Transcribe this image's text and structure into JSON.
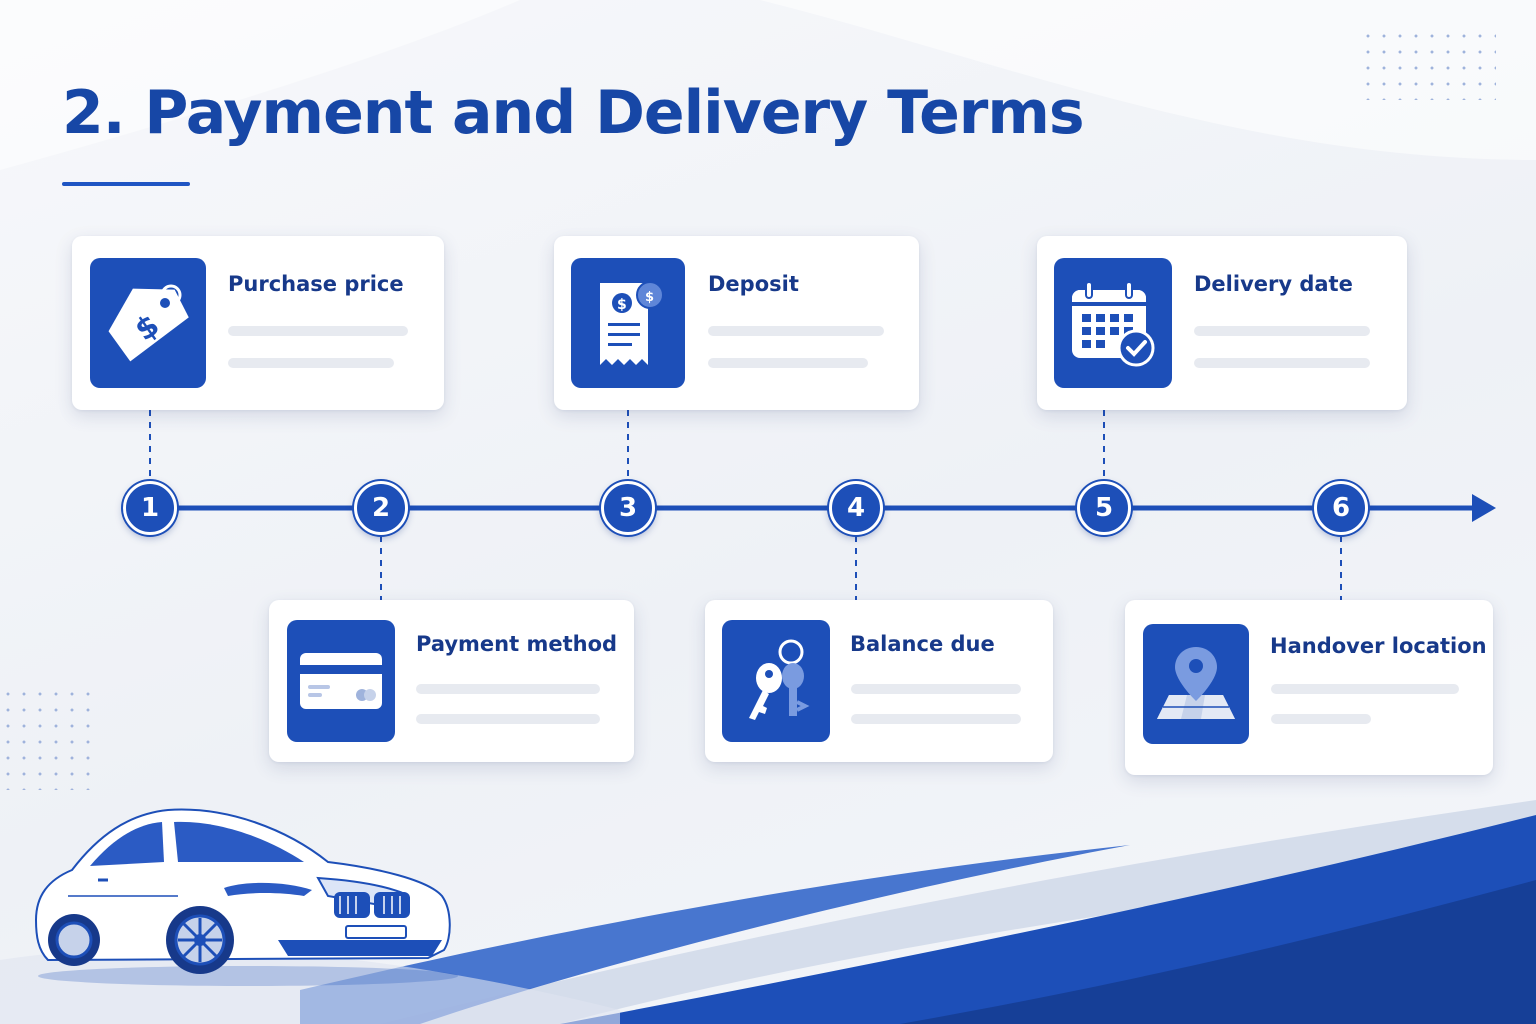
{
  "title": "2. Payment and Delivery Terms",
  "colors": {
    "accent": "#1d4fb8",
    "title": "#1747a6",
    "label": "#17398a",
    "placeholder": "#e7eaf0",
    "background": "#f4f6fa"
  },
  "steps": [
    {
      "number": "1",
      "label": "Purchase price",
      "icon": "price-tag-icon",
      "position": "above"
    },
    {
      "number": "2",
      "label": "Payment method",
      "icon": "credit-card-icon",
      "position": "below"
    },
    {
      "number": "3",
      "label": "Deposit",
      "icon": "receipt-icon",
      "position": "above"
    },
    {
      "number": "4",
      "label": "Balance due",
      "icon": "car-keys-icon",
      "position": "below"
    },
    {
      "number": "5",
      "label": "Delivery date",
      "icon": "calendar-check-icon",
      "position": "above"
    },
    {
      "number": "6",
      "label": "Handover location",
      "icon": "map-pin-icon",
      "position": "below"
    }
  ],
  "illustration": {
    "icon": "car-illustration"
  }
}
